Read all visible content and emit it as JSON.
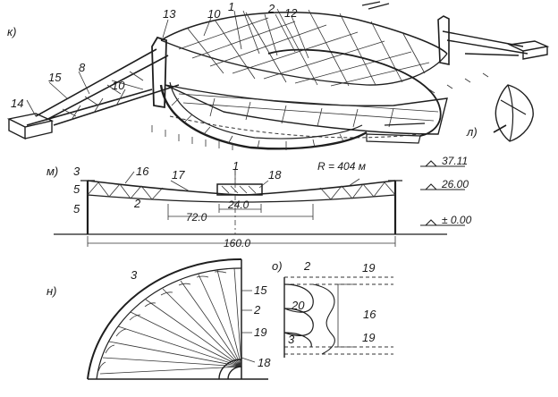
{
  "panels": {
    "k": "к)",
    "l": "л)",
    "m": "м)",
    "n": "н)",
    "o": "о)"
  },
  "perspective_labels": {
    "l1": "1",
    "l2": "2",
    "l8": "8",
    "l10a": "10",
    "l10b": "10",
    "l12": "12",
    "l13": "13",
    "l14": "14",
    "l15": "15"
  },
  "section": {
    "radius": "R = 404 м",
    "elev_top": "37.11",
    "elev_mid": "26.00",
    "elev_zero": "± 0.00",
    "span_24": "24.0",
    "span_72": "72.0",
    "span_160": "160.0",
    "labels": {
      "l3": "3",
      "l5a": "5",
      "l5b": "5",
      "l16": "16",
      "l2": "2",
      "l17": "17",
      "l18": "18",
      "l1": "1"
    }
  },
  "plan_labels": {
    "l3": "3",
    "l15": "15",
    "l2": "2",
    "l19": "19",
    "l18": "18"
  },
  "detail_labels": {
    "l2": "2",
    "l19a": "19",
    "l20": "20",
    "l16": "16",
    "l3": "3",
    "l19b": "19"
  }
}
